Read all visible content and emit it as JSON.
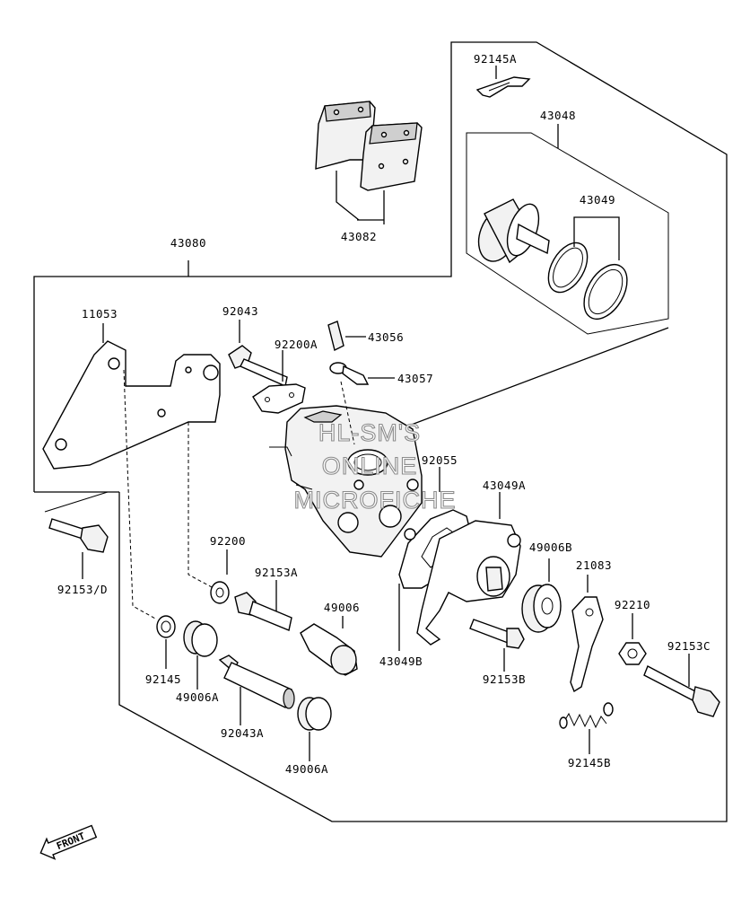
{
  "diagram": {
    "watermark": [
      "HL-SM'S",
      "ONLINE",
      "MICROFICHE"
    ],
    "front_label": "FRONT",
    "parts": [
      {
        "id": "p92145A",
        "label": "92145A"
      },
      {
        "id": "p43048",
        "label": "43048"
      },
      {
        "id": "p43049",
        "label": "43049"
      },
      {
        "id": "p43082",
        "label": "43082"
      },
      {
        "id": "p43080",
        "label": "43080"
      },
      {
        "id": "p11053",
        "label": "11053"
      },
      {
        "id": "p92043",
        "label": "92043"
      },
      {
        "id": "p92200A",
        "label": "92200A"
      },
      {
        "id": "p43056",
        "label": "43056"
      },
      {
        "id": "p43057",
        "label": "43057"
      },
      {
        "id": "p92055",
        "label": "92055"
      },
      {
        "id": "p43049A",
        "label": "43049A"
      },
      {
        "id": "p49006B",
        "label": "49006B"
      },
      {
        "id": "p21083",
        "label": "21083"
      },
      {
        "id": "p92210",
        "label": "92210"
      },
      {
        "id": "p92153C",
        "label": "92153C"
      },
      {
        "id": "p92153D",
        "label": "92153/D"
      },
      {
        "id": "p92200",
        "label": "92200"
      },
      {
        "id": "p92153A",
        "label": "92153A"
      },
      {
        "id": "p49006",
        "label": "49006"
      },
      {
        "id": "p43049B",
        "label": "43049B"
      },
      {
        "id": "p92153B",
        "label": "92153B"
      },
      {
        "id": "p92145",
        "label": "92145"
      },
      {
        "id": "p49006A1",
        "label": "49006A"
      },
      {
        "id": "p92043A",
        "label": "92043A"
      },
      {
        "id": "p49006A2",
        "label": "49006A"
      },
      {
        "id": "p92145B",
        "label": "92145B"
      }
    ]
  }
}
